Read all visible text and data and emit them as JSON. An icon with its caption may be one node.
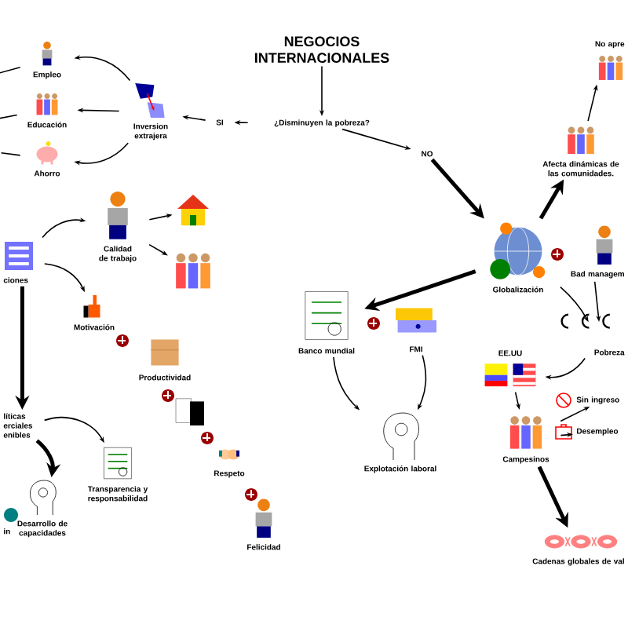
{
  "diagram": {
    "nodes": [
      {
        "text": [
          "NEGOCIOS INTERNACIONALES"
        ]
      },
      {
        "text": [
          "¿Disminuyen la pobreza?"
        ]
      },
      {
        "text": [
          "SI"
        ]
      },
      {
        "text": [
          "NO"
        ]
      },
      {
        "text": [
          "Inversion extrajera"
        ]
      },
      {
        "text": [
          "Empleo"
        ]
      },
      {
        "text": [
          "Educación"
        ]
      },
      {
        "text": [
          "Ahorro"
        ]
      },
      {
        "text": [
          "ciones"
        ]
      },
      {
        "text": [
          "Calidad de trabajo"
        ]
      },
      {
        "text": [],
        "shape": "picture"
      },
      {
        "text": [],
        "shape": "picture"
      },
      {
        "text": [
          "Motivación"
        ]
      },
      {
        "text": [
          "Productividad"
        ]
      },
      {
        "text": [],
        "shape": "picture"
      },
      {
        "text": [
          "Respeto"
        ]
      },
      {
        "text": [
          "Felicidad"
        ]
      },
      {
        "text": [
          "líticas erciales enibles"
        ]
      },
      {
        "text": [
          "Transparencia y responsabilidad"
        ]
      },
      {
        "text": [
          "Desarrollo de capacidades"
        ]
      },
      {
        "text": [
          "in"
        ]
      },
      {
        "text": [
          "Globalización"
        ]
      },
      {
        "text": [
          "Banco mundial"
        ]
      },
      {
        "text": [
          "FMI"
        ]
      },
      {
        "text": [
          "Explotación laboral"
        ]
      },
      {
        "text": [
          "Afecta dinámicas de las comunidades."
        ]
      },
      {
        "text": [
          "No apre"
        ]
      },
      {
        "text": [
          "Bad managem"
        ]
      },
      {
        "text": [
          "Pobreza"
        ]
      },
      {
        "text": [
          "EE.UU"
        ]
      },
      {
        "text": [
          "Campesinos"
        ]
      },
      {
        "text": [
          "Sin ingreso"
        ]
      },
      {
        "text": [
          "Desempleo"
        ]
      },
      {
        "text": [
          "Cadenas globales de val"
        ]
      }
    ],
    "edges": [
      {
        "from": 0,
        "to": 1,
        "arrow": "to"
      },
      {
        "from": 1,
        "to": 2,
        "arrow": "to"
      },
      {
        "from": 1,
        "to": 3,
        "arrow": "to"
      },
      {
        "from": 2,
        "to": 4,
        "arrow": "to"
      },
      {
        "from": 4,
        "to": 5,
        "arrow": "to"
      },
      {
        "from": 4,
        "to": 6,
        "arrow": "to"
      },
      {
        "from": 4,
        "to": 7,
        "arrow": "to"
      },
      {
        "from": 5,
        "to": null,
        "arrow": "none"
      },
      {
        "from": 6,
        "to": null,
        "arrow": "none"
      },
      {
        "from": 7,
        "to": null,
        "arrow": "none"
      },
      {
        "from": 8,
        "to": 9,
        "arrow": "to"
      },
      {
        "from": 8,
        "to": 12,
        "arrow": "to"
      },
      {
        "from": 8,
        "to": 17,
        "arrow": "to",
        "style": "thick"
      },
      {
        "from": 9,
        "to": 10,
        "arrow": "to"
      },
      {
        "from": 9,
        "to": 11,
        "arrow": "to"
      },
      {
        "from": 17,
        "to": 18,
        "arrow": "to"
      },
      {
        "from": 17,
        "to": 19,
        "arrow": "to",
        "style": "thick"
      },
      {
        "from": 3,
        "to": 21,
        "arrow": "to",
        "style": "thick"
      },
      {
        "from": 21,
        "to": 25,
        "arrow": "to",
        "style": "thick"
      },
      {
        "from": 25,
        "to": 26,
        "arrow": "to"
      },
      {
        "from": 21,
        "to": 22,
        "arrow": "to",
        "style": "thick"
      },
      {
        "from": 22,
        "to": 24,
        "arrow": "to"
      },
      {
        "from": 23,
        "to": 24,
        "arrow": "to"
      },
      {
        "from": 21,
        "to": 28,
        "arrow": "to"
      },
      {
        "from": 27,
        "to": 28,
        "arrow": "to"
      },
      {
        "from": 28,
        "to": 29,
        "arrow": "to"
      },
      {
        "from": 29,
        "to": 30,
        "arrow": "to"
      },
      {
        "from": 30,
        "to": 31,
        "arrow": "to"
      },
      {
        "from": 30,
        "to": 32,
        "arrow": "to"
      },
      {
        "from": 30,
        "to": 33,
        "arrow": "to",
        "style": "thick"
      }
    ]
  }
}
